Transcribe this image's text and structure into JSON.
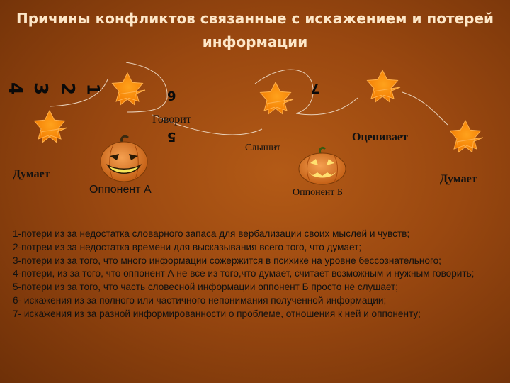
{
  "title": "Причины конфликтов связанные с искажением и потерей информации",
  "diagram": {
    "labels": {
      "govorit": "Говорит",
      "slyshit": "Слышит",
      "otsenivaet": "Оценивает",
      "dumaet_left": "Думает",
      "dumaet_right": "Думает",
      "opponent_a": "Оппонент А",
      "opponent_b": "Оппонент Б"
    },
    "numbers": {
      "n1": "1",
      "n2": "2",
      "n3": "3",
      "n4": "4",
      "n5": "5",
      "n6": "6",
      "n7": "7"
    },
    "colors": {
      "star_fill": "#fb8c0c",
      "star_stroke": "#ffb04a",
      "pumpkin": "#e8781c",
      "connector": "#e8d0b8"
    }
  },
  "legend": [
    "1-потери из за недостатка словарного запаса для вербализации своих мыслей и чувств;",
    "2-потреи из за недостатка времени для высказывания всего того, что думает;",
    "3-потери из за того, что много информации сожержится в психике на уровне бессознательного;",
    "4-потери, из за того, что оппонент А не все из того,что думает, считает возможным и нужным говорить;",
    "5-потери из за того, что часть словесной информации оппонент Б просто не слушает;",
    "6- искажения из за полного или частичного непонимания полученной информации;",
    "7- искажения из за разной информированности о проблеме, отношения к ней и оппоненту;"
  ]
}
